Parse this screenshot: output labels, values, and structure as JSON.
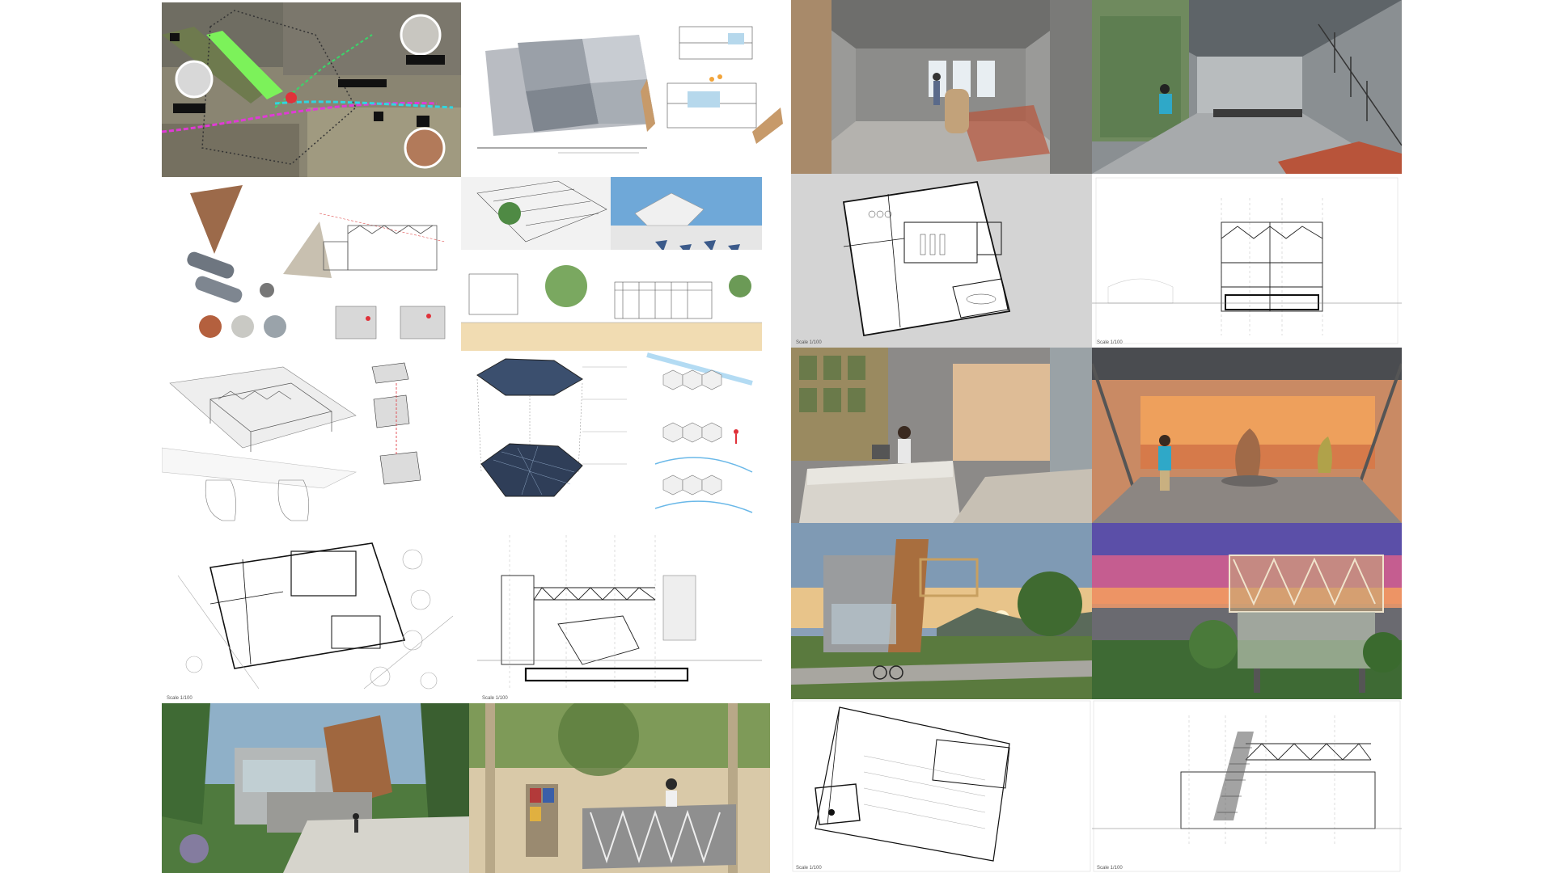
{
  "board": {
    "scale_labels": [
      "Scale 1/100",
      "Scale 1/100",
      "Scale 1/100",
      "Scale 1/100",
      "Scale 1/100",
      "Scale 1/100"
    ],
    "accent_colors": {
      "site_green": "#7cf25a",
      "route_magenta": "#e03ad6",
      "route_cyan": "#2fd6e0",
      "marker_red": "#e0323a",
      "sunset_orange": "#f5a35a",
      "sky_purple": "#7a4fb0",
      "brick_red": "#b8543a"
    },
    "icons": [
      "tree-icon",
      "building-icon",
      "museum-icon",
      "tools-icon",
      "parking-icon",
      "location-pin-icon"
    ]
  }
}
